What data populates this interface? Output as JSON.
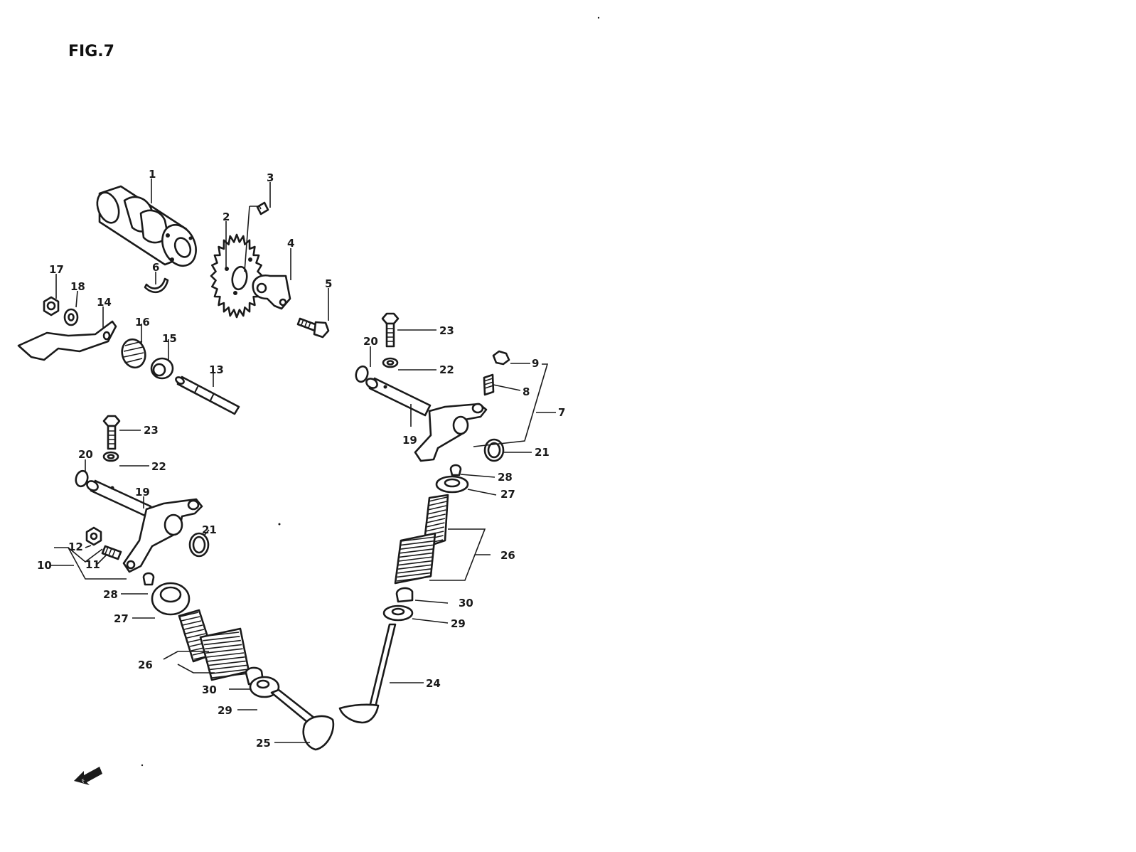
{
  "figure_label": "FIG.7",
  "callouts": {
    "c1": "1",
    "c2": "2",
    "c3": "3",
    "c4": "4",
    "c5": "5",
    "c6": "6",
    "c7": "7",
    "c8": "8",
    "c9": "9",
    "c10": "10",
    "c11": "11",
    "c12": "12",
    "c13": "13",
    "c14": "14",
    "c15": "15",
    "c16": "16",
    "c17": "17",
    "c18": "18",
    "c19a": "19",
    "c19b": "19",
    "c20a": "20",
    "c20b": "20",
    "c21a": "21",
    "c21b": "21",
    "c22a": "22",
    "c22b": "22",
    "c23a": "23",
    "c23b": "23",
    "c24": "24",
    "c25": "25",
    "c26a": "26",
    "c26b": "26",
    "c27a": "27",
    "c27b": "27",
    "c28a": "28",
    "c28b": "28",
    "c29a": "29",
    "c29b": "29",
    "c30a": "30",
    "c30b": "30"
  },
  "icons": {
    "front_arrow": "front-direction-arrow-icon"
  }
}
